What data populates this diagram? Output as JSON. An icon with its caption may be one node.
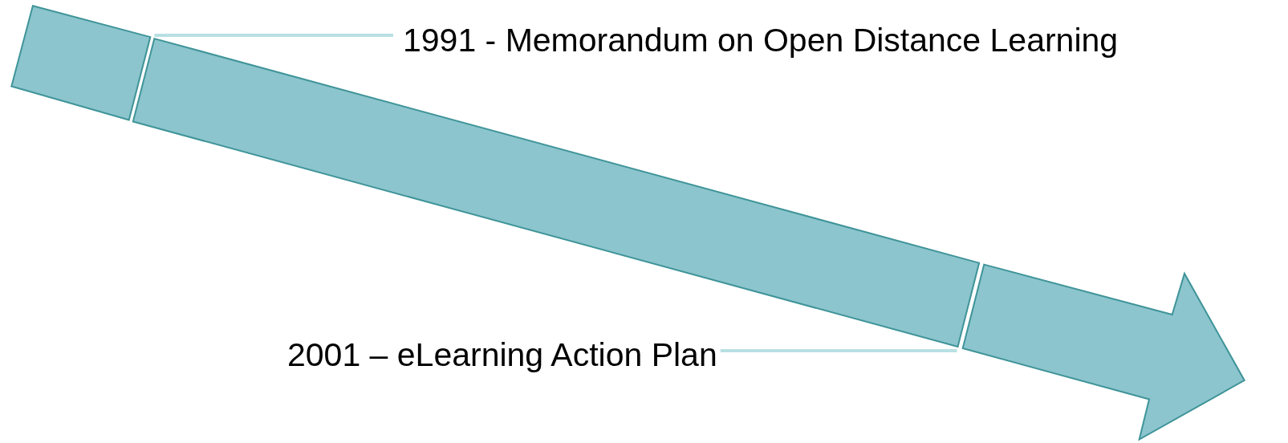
{
  "diagram": {
    "nodes": [
      {
        "text": [
          "1991 - Memorandum on Open Distance Learning"
        ]
      },
      {
        "text": [
          "2001 – eLearning Action Plan"
        ]
      }
    ],
    "edges": [
      {
        "from": 0,
        "to": null,
        "arrow": "none"
      },
      {
        "from": 1,
        "to": null,
        "arrow": "none"
      }
    ]
  }
}
